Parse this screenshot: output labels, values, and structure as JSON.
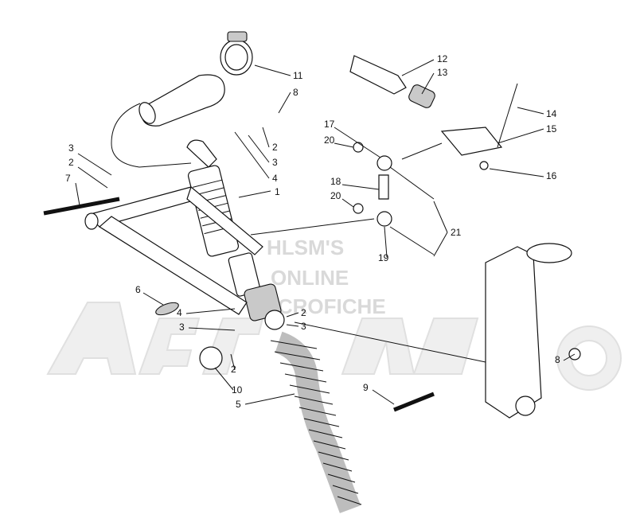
{
  "watermark": {
    "lines": [
      "HLSM'S",
      "ONLINE",
      "MICROFICHE"
    ],
    "logo_text": "Arctic Cat"
  },
  "callouts": [
    "1",
    "2",
    "3",
    "4",
    "5",
    "6",
    "7",
    "8",
    "9",
    "10",
    "11",
    "12",
    "13",
    "14",
    "15",
    "16",
    "17",
    "18",
    "19",
    "20",
    "21"
  ],
  "colors": {
    "ink": "#111111",
    "watermark": "#d9d9d9",
    "spring": "#bdbdbd"
  }
}
